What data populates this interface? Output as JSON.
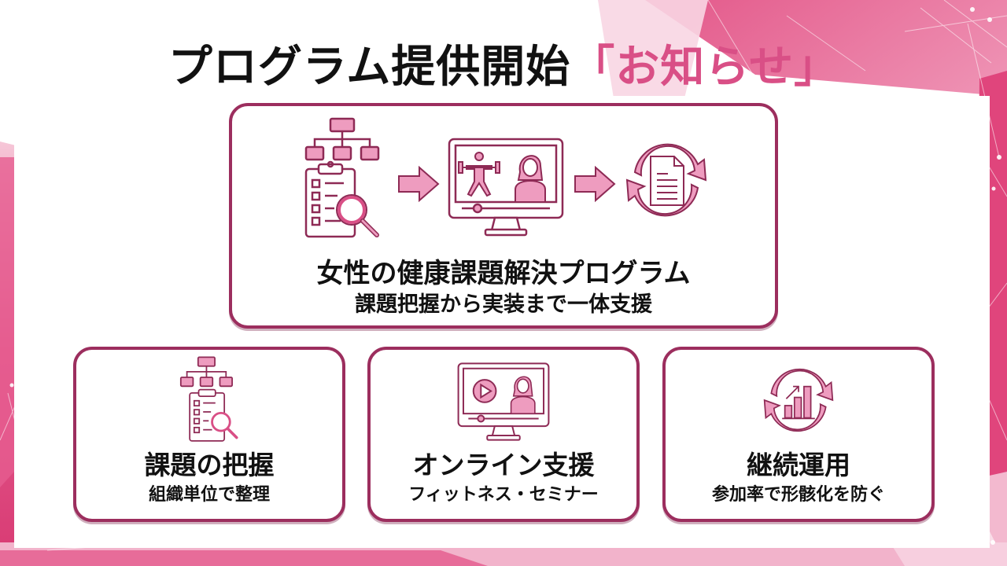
{
  "header": {
    "title_main": "プログラム提供開始",
    "title_accent": "「お知らせ」"
  },
  "colors": {
    "accent": "#d94f86",
    "border": "#9c2e5e",
    "icon_fill": "#ee9cbf",
    "icon_stroke": "#8e2a55",
    "background_pink": "#e0457c"
  },
  "main_card": {
    "icons": [
      "org-chart-clipboard-search-icon",
      "arrow-right-icon",
      "monitor-fitness-video-icon",
      "arrow-right-icon",
      "document-cycle-icon"
    ],
    "title": "女性の健康課題解決プログラム",
    "subtitle": "課題把握から実装まで一体支援"
  },
  "cards": [
    {
      "icon": "org-chart-clipboard-search-icon",
      "title": "課題の把握",
      "subtitle": "組織単位で整理"
    },
    {
      "icon": "monitor-video-instructor-icon",
      "title": "オンライン支援",
      "subtitle": "フィットネス・セミナー"
    },
    {
      "icon": "growth-chart-cycle-icon",
      "title": "継続運用",
      "subtitle": "参加率で形骸化を防ぐ"
    }
  ]
}
